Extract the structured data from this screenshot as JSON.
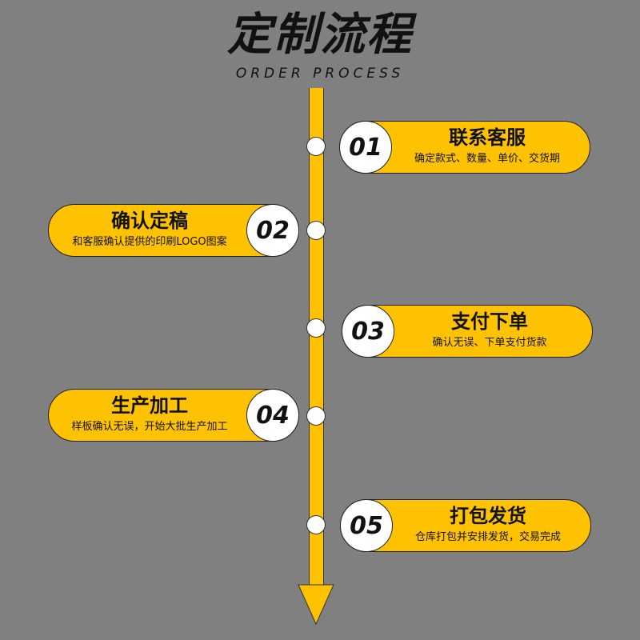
{
  "header": {
    "title": "定制流程",
    "subtitle": "ORDER PROCESS"
  },
  "colors": {
    "background": "#808080",
    "accent": "#FFC200",
    "text": "#111111"
  },
  "steps": [
    {
      "number": "01",
      "title": "联系客服",
      "desc": "确定款式、数量、单价、交货期"
    },
    {
      "number": "02",
      "title": "确认定稿",
      "desc": "和客服确认提供的印刷LOGO图案"
    },
    {
      "number": "03",
      "title": "支付下单",
      "desc": "确认无误、下单支付货款"
    },
    {
      "number": "04",
      "title": "生产加工",
      "desc": "样板确认无误，开始大批生产加工"
    },
    {
      "number": "05",
      "title": "打包发货",
      "desc": "仓库打包并安排发货，交易完成"
    }
  ]
}
